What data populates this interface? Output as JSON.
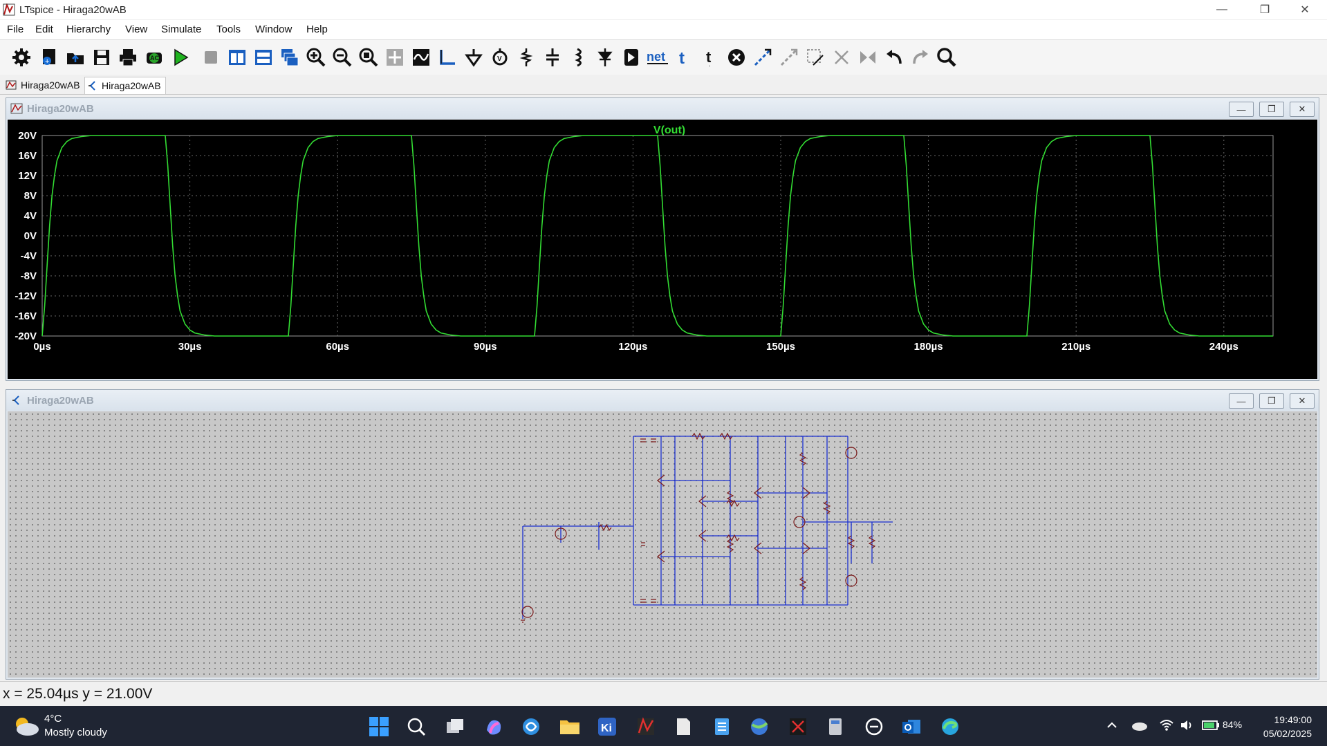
{
  "window": {
    "title": "LTspice - Hiraga20wAB",
    "minimize": "—",
    "restore": "❐",
    "close": "✕"
  },
  "menu": [
    "File",
    "Edit",
    "Hierarchy",
    "View",
    "Simulate",
    "Tools",
    "Window",
    "Help"
  ],
  "toolbar": [
    "gear-icon",
    "new-schematic-icon",
    "open-icon",
    "save-icon",
    "print-icon",
    "ac-analysis-icon",
    "run-icon",
    "halt-icon",
    "tile-vertical-icon",
    "tile-horizontal-icon",
    "cascade-icon",
    "zoom-in-icon",
    "zoom-out-icon",
    "zoom-fit-icon",
    "pan-icon",
    "autorange-icon",
    "wire-icon",
    "ground-icon",
    "label-net-icon",
    "resistor-icon",
    "capacitor-icon",
    "inductor-icon",
    "diode-icon",
    "component-icon",
    "net-label-icon",
    "text-icon",
    "spice-directive-icon",
    "delete-icon",
    "duplicate-icon",
    "move-icon",
    "drag-icon",
    "rotate-icon",
    "mirror-icon",
    "undo-icon",
    "redo-icon",
    "find-icon"
  ],
  "tabs": [
    {
      "label": "Hiraga20wAB",
      "type": "waveform"
    },
    {
      "label": "Hiraga20wAB",
      "type": "schematic"
    }
  ],
  "plot_window": {
    "title": "Hiraga20wAB",
    "trace_label": "V(out)",
    "trace_color": "#33dd33"
  },
  "schematic_window": {
    "title": "Hiraga20wAB"
  },
  "chart_data": {
    "type": "line",
    "title": "V(out)",
    "xlabel": "",
    "ylabel": "",
    "xlim": [
      0,
      250
    ],
    "ylim": [
      -20,
      20
    ],
    "x_ticks": [
      "0µs",
      "30µs",
      "60µs",
      "90µs",
      "120µs",
      "150µs",
      "180µs",
      "210µs",
      "240µs"
    ],
    "x_tick_values": [
      0,
      30,
      60,
      90,
      120,
      150,
      180,
      210,
      240
    ],
    "y_ticks": [
      "20V",
      "16V",
      "12V",
      "8V",
      "4V",
      "0V",
      "-4V",
      "-8V",
      "-12V",
      "-16V",
      "-20V"
    ],
    "y_tick_values": [
      20,
      16,
      12,
      8,
      4,
      0,
      -4,
      -8,
      -12,
      -16,
      -20
    ],
    "grid": true,
    "series": [
      {
        "name": "V(out)",
        "x": [
          0,
          0.5,
          1,
          1.5,
          2,
          2.5,
          3,
          4,
          5,
          6,
          8,
          10,
          25,
          25.5,
          26,
          26.5,
          27,
          27.5,
          28,
          29,
          30,
          31,
          33,
          35,
          50,
          50.5,
          51,
          51.5,
          52,
          52.5,
          53,
          54,
          55,
          56,
          58,
          60,
          75,
          75.5,
          76,
          76.5,
          77,
          77.5,
          78,
          79,
          80,
          81,
          83,
          85,
          100,
          100.5,
          101,
          101.5,
          102,
          102.5,
          103,
          104,
          105,
          106,
          108,
          110,
          125,
          125.5,
          126,
          126.5,
          127,
          127.5,
          128,
          129,
          130,
          131,
          133,
          135,
          150,
          150.5,
          151,
          151.5,
          152,
          152.5,
          153,
          154,
          155,
          156,
          158,
          160,
          175,
          175.5,
          176,
          176.5,
          177,
          177.5,
          178,
          179,
          180,
          181,
          183,
          185,
          200,
          200.5,
          201,
          201.5,
          202,
          202.5,
          203,
          204,
          205,
          206,
          208,
          210,
          225,
          225.5,
          226,
          226.5,
          227,
          227.5,
          228,
          229,
          230,
          231,
          233,
          235,
          250
        ],
        "y": [
          -20,
          -14,
          -6,
          2,
          8,
          12,
          15,
          17.6,
          18.8,
          19.4,
          19.8,
          20,
          20,
          14,
          6,
          -2,
          -8,
          -12,
          -15,
          -17.6,
          -18.8,
          -19.4,
          -19.8,
          -20,
          -20,
          -14,
          -6,
          2,
          8,
          12,
          15,
          17.6,
          18.8,
          19.4,
          19.8,
          20,
          20,
          14,
          6,
          -2,
          -8,
          -12,
          -15,
          -17.6,
          -18.8,
          -19.4,
          -19.8,
          -20,
          -20,
          -14,
          -6,
          2,
          8,
          12,
          15,
          17.6,
          18.8,
          19.4,
          19.8,
          20,
          20,
          14,
          6,
          -2,
          -8,
          -12,
          -15,
          -17.6,
          -18.8,
          -19.4,
          -19.8,
          -20,
          -20,
          -14,
          -6,
          2,
          8,
          12,
          15,
          17.6,
          18.8,
          19.4,
          19.8,
          20,
          20,
          14,
          6,
          -2,
          -8,
          -12,
          -15,
          -17.6,
          -18.8,
          -19.4,
          -19.8,
          -20,
          -20,
          -14,
          -6,
          2,
          8,
          12,
          15,
          17.6,
          18.8,
          19.4,
          19.8,
          20,
          20,
          14,
          6,
          -2,
          -8,
          -12,
          -15,
          -17.6,
          -18.8,
          -19.4,
          -19.8,
          -20,
          -20
        ]
      }
    ]
  },
  "status": {
    "readout": "x = 25.04µs    y = 21.00V"
  },
  "taskbar": {
    "weather_temp": "4°C",
    "weather_desc": "Mostly cloudy",
    "battery": "84%",
    "time": "19:49:00",
    "date": "05/02/2025",
    "apps": [
      "start-icon",
      "search-icon",
      "task-view-icon",
      "copilot-icon",
      "app-icon",
      "file-explorer-icon",
      "kicad-icon",
      "ltspice-icon",
      "notepad-icon",
      "notes-icon",
      "browser-icon",
      "snipping-tool-icon",
      "calculator-icon",
      "vpn-icon",
      "outlook-icon",
      "edge-icon"
    ]
  }
}
